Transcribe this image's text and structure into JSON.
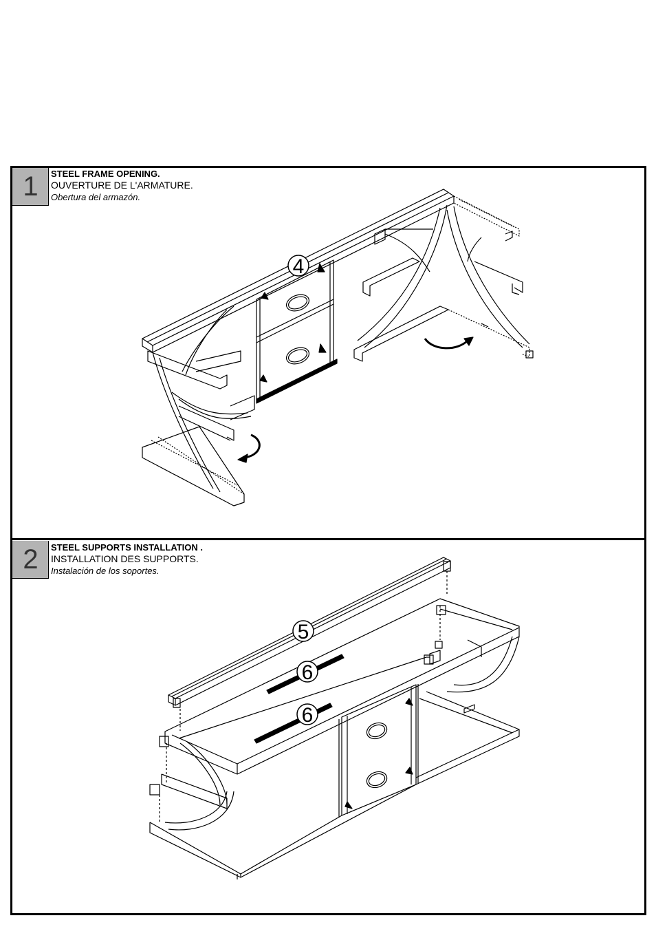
{
  "steps": [
    {
      "number": "1",
      "title_en": "STEEL FRAME OPENING.",
      "title_fr": "OUVERTURE DE L'ARMATURE.",
      "title_es": "Obertura del armazón.",
      "callouts": [
        "4"
      ]
    },
    {
      "number": "2",
      "title_en": "STEEL SUPPORTS INSTALLATION .",
      "title_fr": "INSTALLATION DES SUPPORTS.",
      "title_es": "Instalación de los soportes.",
      "callouts": [
        "5",
        "6",
        "6"
      ]
    }
  ]
}
